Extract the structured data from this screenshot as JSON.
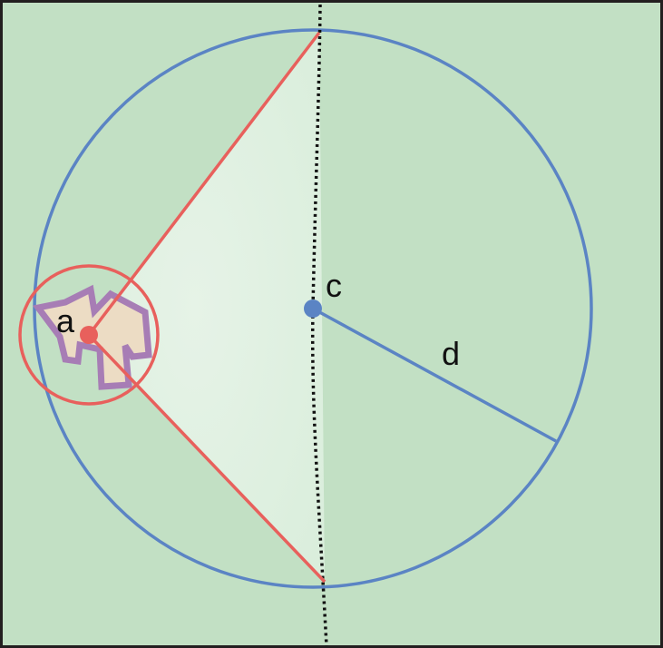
{
  "labels": {
    "point_a": "a",
    "point_c": "c",
    "radius_d": "d"
  },
  "colors": {
    "background": "#c2e0c4",
    "frame": "#231f20",
    "large_circle": "#5b84c4",
    "center_point": "#5b84c4",
    "radius_line": "#5b84c4",
    "small_circle": "#e8605c",
    "tangent_lines": "#e8605c",
    "point_a": "#e8605c",
    "triangle_fill": "#e3f1e4",
    "blob_fill": "#ecdcc4",
    "blob_stroke": "#a77db5",
    "dotted_line": "#111111",
    "label_text": "#111111"
  }
}
